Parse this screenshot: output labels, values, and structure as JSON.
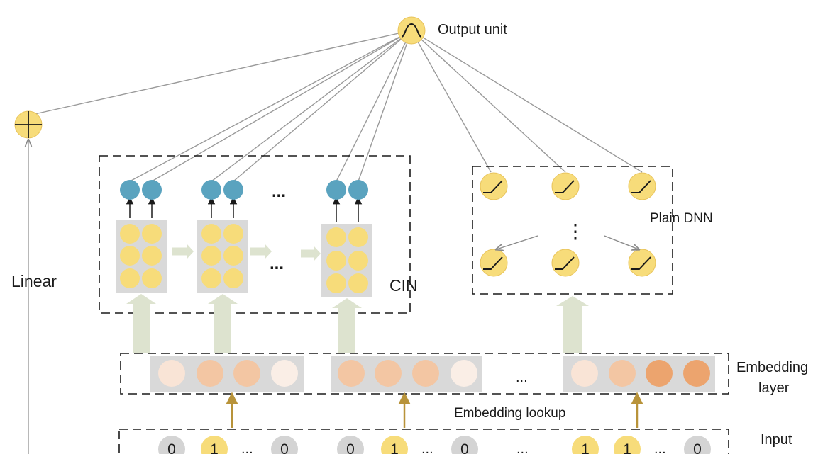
{
  "labels": {
    "output_unit": "Output unit",
    "linear": "Linear",
    "cin": "CIN",
    "plain_dnn": "Plain DNN",
    "embedding_layer_line1": "Embedding",
    "embedding_layer_line2": "layer",
    "embedding_lookup": "Embedding lookup",
    "input": "Input",
    "ellipsis": "...",
    "vdots": "⋮"
  },
  "input_values": [
    "0",
    "1",
    "...",
    "0",
    "0",
    "1",
    "...",
    "0",
    "...",
    "1",
    "1",
    "...",
    "0"
  ],
  "colors": {
    "unit_yellow": "#f7dc7a",
    "unit_stroke": "#e8c35a",
    "cin_output_blue": "#5aa3bf",
    "gray_box": "#d9d9d9",
    "flow_arrow": "#dde3cf",
    "lookup_arrow": "#b8933a",
    "edge_gray": "#9a9a9a",
    "input_gray": "#d4d4d4",
    "embedding_shades": [
      "#f9e4d6",
      "#f3c6a3",
      "#eca46e",
      "#e8965a"
    ]
  }
}
